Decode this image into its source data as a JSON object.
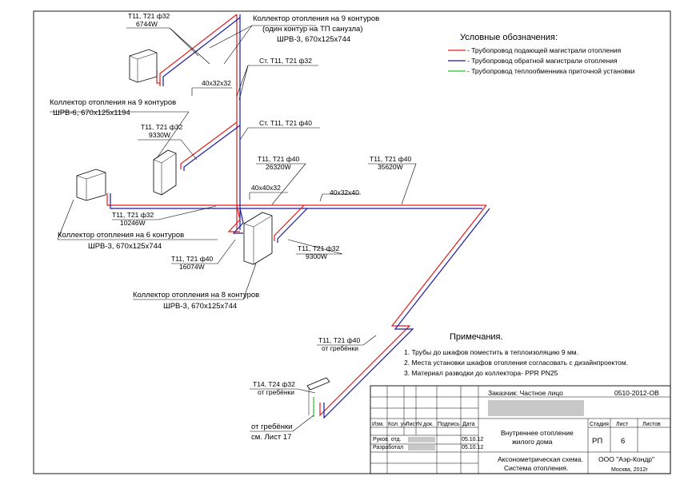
{
  "legend": {
    "title": "Условные обозначения:",
    "items": [
      {
        "text": "- Трубопровод подающей магистрали отопления",
        "color": "#e31b1b"
      },
      {
        "text": "- Трубопровод обратной магистрали отопления",
        "color": "#1a1aa8"
      },
      {
        "text": "- Трубопровод теплообменника приточной установки",
        "color": "#22c422"
      }
    ]
  },
  "notes": {
    "title": "Примечания.",
    "items": [
      "1. Трубы до шкафов поместить в теплоизоляцию 9 мм.",
      "2. Места установки шкафов отопления согласовать с дизайнпроектом.",
      "3. Материал разводки до коллектора- PPR PN25"
    ]
  },
  "labels": {
    "manifold9_top": "Коллектор отопления на 9 контуров",
    "manifold9_top_note": "(один контур на ТП санузла)",
    "manifold9_top_size": "ШРВ-3, 670x125x744",
    "manifold9_left": "Коллектор отопления на 9 контуров",
    "manifold9_left_size": "ШРВ-6, 670x125x1194",
    "manifold6": "Коллектор отопления на 6 контуров",
    "manifold6_size": "ШРВ-3, 670x125x744",
    "manifold8": "Коллектор отопления на 8 контуров",
    "manifold8_size": "ШРВ-3, 670x125x744",
    "p1": "Т11, Т21 ф32",
    "p1w": "6744W",
    "p2": "Ст. Т11, Т21 ф32",
    "p3": "40x32x32",
    "p4": "Т11, Т21 ф32",
    "p4w": "9330W",
    "p5": "Ст. Т11, Т21 ф40",
    "p6": "Т11, Т21 ф40",
    "p6w": "26320W",
    "p7": "Т11, Т21 ф40",
    "p7w": "35620W",
    "p8": "40x40x32",
    "p9": "40x32x40",
    "p10": "Т11, Т21 ф32",
    "p10w": "10246W",
    "p11": "Т11, Т21 ф40",
    "p11w": "16074W",
    "p12": "Т11, Т21 ф32",
    "p12w": "9300W",
    "p13": "Т11, Т21 ф40",
    "p13b": "от гребёнки",
    "p14": "Т14, Т24 ф32",
    "p14b": "от гребёнки",
    "p15": "от гребёнки",
    "p15b": "см. Лист 17"
  },
  "title_block": {
    "customer": "Заказчик: Частное лицо",
    "code": "0510-2012-ОВ",
    "cols": [
      "Изм.",
      "Кол. уч",
      "Лист",
      "N док.",
      "Подпись",
      "Дата"
    ],
    "role1": "Руков. отд.",
    "date1": "05.10.12",
    "role2": "Разработал",
    "date2": "05.10.12",
    "project": "Внутреннее отопление",
    "project2": "жилого дома",
    "stage_h": "Стадия",
    "sheet_h": "Лист",
    "sheets_h": "Листов",
    "stage": "РП",
    "sheet": "6",
    "drawing": "Аксонометрическая схема.",
    "drawing2": "Система отопления.",
    "company": "ООО \"Аэр-Кондр\"",
    "city": "Москва, 2012г"
  }
}
